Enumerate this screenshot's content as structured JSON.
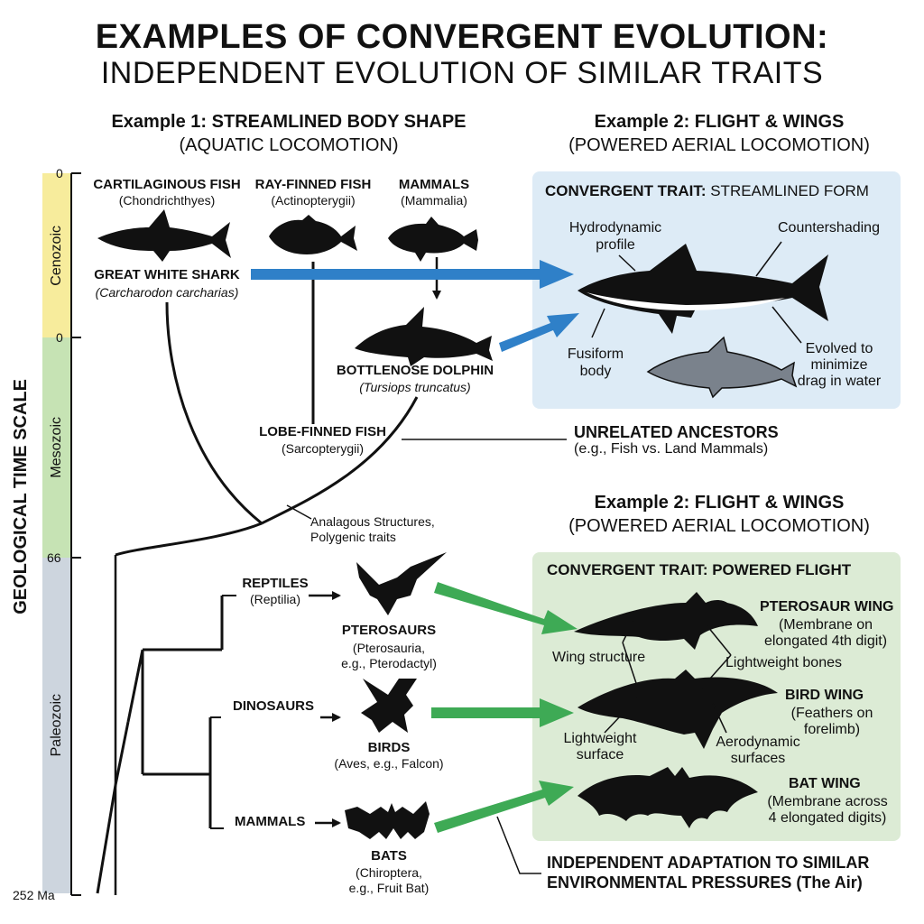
{
  "title": {
    "line1": "EXAMPLES OF CONVERGENT EVOLUTION:",
    "line2": "INDEPENDENT EVOLUTION OF SIMILAR TRAITS"
  },
  "example1": {
    "heading": "Example 1: STREAMLINED BODY SHAPE",
    "subheading": "(AQUATIC LOCOMOTION)",
    "groups": [
      {
        "name": "CARTILAGINOUS FISH",
        "sci": "(Chondrichthyes)"
      },
      {
        "name": "RAY-FINNED FISH",
        "sci": "(Actinopterygii)"
      },
      {
        "name": "MAMMALS",
        "sci": "(Mammalia)"
      }
    ],
    "shark": {
      "name": "GREAT WHITE SHARK",
      "sci": "(Carcharodon carcharias)"
    },
    "dolphin": {
      "name": "BOTTLENOSE DOLPHIN",
      "sci": "(Tursiops truncatus)"
    },
    "lobe": {
      "name": "LOBE-FINNED FISH",
      "sci": "(Sarcopterygii)"
    },
    "analogous": {
      "line1": "Analagous Structures,",
      "line2": "Polygenic traits"
    },
    "unrelated": {
      "title": "UNRELATED ANCESTORS",
      "sub": "(e.g., Fish vs. Land Mammals)"
    }
  },
  "panel1": {
    "title_bold": "CONVERGENT TRAIT:",
    "title_rest": " STREAMLINED FORM",
    "hydro": {
      "line1": "Hydrodynamic",
      "line2": "profile"
    },
    "counter": "Countershading",
    "fusiform": {
      "line1": "Fusiform",
      "line2": "body"
    },
    "evolved": {
      "line1": "Evolved to",
      "line2": "minimize",
      "line3": "drag in water"
    }
  },
  "example2": {
    "heading": "Example 2: FLIGHT & WINGS",
    "subheading": "(POWERED AERIAL LOCOMOTION)"
  },
  "example2b": {
    "heading": "Example 2: FLIGHT & WINGS",
    "subheading": "(POWERED AERIAL LOCOMOTION)"
  },
  "flight_tree": {
    "reptiles": {
      "name": "REPTILES",
      "sci": "(Reptilia)"
    },
    "dinosaurs": "DINOSAURS",
    "mammals": "MAMMALS",
    "pterosaurs": {
      "name": "PTEROSAURS",
      "sci1": "(Pterosauria,",
      "sci2": "e.g., Pterodactyl)"
    },
    "birds": {
      "name": "BIRDS",
      "sci": "(Aves, e.g., Falcon)"
    },
    "bats": {
      "name": "BATS",
      "sci1": "(Chiroptera,",
      "sci2": "e.g., Fruit Bat)"
    }
  },
  "panel2": {
    "title": "CONVERGENT TRAIT: POWERED FLIGHT",
    "pterosaur_wing": {
      "name": "PTEROSAUR WING",
      "l1": "(Membrane on",
      "l2": "elongated 4th digit)"
    },
    "bird_wing": {
      "name": "BIRD WING",
      "l1": "(Feathers on",
      "l2": "forelimb)"
    },
    "bat_wing": {
      "name": "BAT WING",
      "l1": "(Membrane across",
      "l2": "4 elongated digits)"
    },
    "wing_structure": "Wing structure",
    "lightweight_bones": "Lightweight bones",
    "lightweight_surface": {
      "line1": "Lightweight",
      "line2": "surface"
    },
    "aero": {
      "line1": "Aerodynamic",
      "line2": "surfaces"
    }
  },
  "independent": {
    "line1": "INDEPENDENT ADAPTATION TO SIMILAR",
    "line2": "ENVIRONMENTAL PRESSURES (The Air)"
  },
  "timescale": {
    "label": "GEOLOGICAL TIME SCALE",
    "eras": [
      "Cenozoic",
      "Mesozoic",
      "Paleozoic"
    ],
    "ticks": [
      "0",
      "0",
      "66",
      "252 Ma"
    ]
  },
  "colors": {
    "cenozoic": "#f7ec9c",
    "mesozoic": "#c6e3b4",
    "paleozoic": "#cdd5de",
    "aqua_panel": "#ddebf6",
    "flight_panel": "#dcebd5",
    "blue_arrow": "#2f80c8",
    "green_arrow": "#3eaa55"
  }
}
